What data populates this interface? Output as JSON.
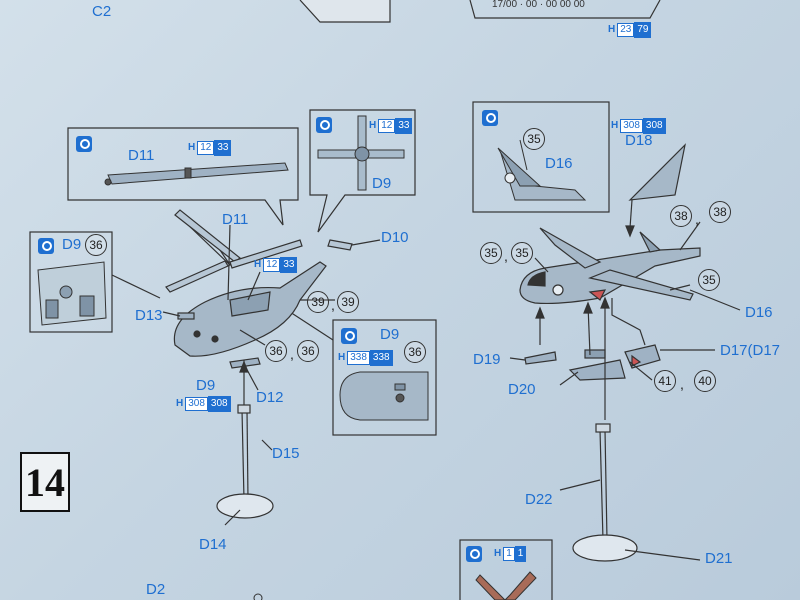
{
  "step_number": "14",
  "labels": {
    "c2": "C2",
    "d11_box": "D11",
    "d9_rotor": "D9",
    "d11": "D11",
    "d10": "D10",
    "d9_left": "D9",
    "d13": "D13",
    "d9_bottom": "D9",
    "d12": "D12",
    "d15": "D15",
    "d14": "D14",
    "d9_inset": "D9",
    "d18": "D18",
    "d16_inset": "D16",
    "d16": "D16",
    "d19": "D19",
    "d20": "D20",
    "d17": "D17(D17",
    "d22": "D22",
    "d21": "D21",
    "d2": "D2"
  },
  "circles": {
    "c36_a": "36",
    "c36_b": "36",
    "c36_c": "36",
    "c39_a": "39",
    "c39_b": "39",
    "c36_inset": "36",
    "c35_inset": "35",
    "c35_a": "35",
    "c35_b": "35",
    "c38_a": "38",
    "c38_b": "38",
    "c35_c": "35",
    "c41": "41",
    "c40": "40"
  },
  "commas": {
    "m1": ",",
    "m2": ",",
    "m3": ",",
    "m4": ",",
    "m5": ","
  },
  "hcodes": {
    "top": {
      "h": "H",
      "a": "23",
      "b": "79"
    },
    "d11box": {
      "h": "H",
      "a": "12",
      "b": "33"
    },
    "rotorbox": {
      "h": "H",
      "a": "12",
      "b": "33"
    },
    "heli": {
      "h": "H",
      "a": "12",
      "b": "33"
    },
    "d9bottom": {
      "h": "H",
      "a": "308",
      "b": "308"
    },
    "d9inset": {
      "h": "H",
      "a": "338",
      "b": "338"
    },
    "d18": {
      "h": "H",
      "a": "308",
      "b": "308"
    },
    "bottom": {
      "h": "H",
      "a": "1",
      "b": "1"
    }
  },
  "top_text": "17/00 · 00 · 00 00 00",
  "icons": [
    "glue-tool-icon"
  ],
  "colors": {
    "accent": "#1f6fd0",
    "paper": "#c7d6e2",
    "ink": "#222222"
  }
}
